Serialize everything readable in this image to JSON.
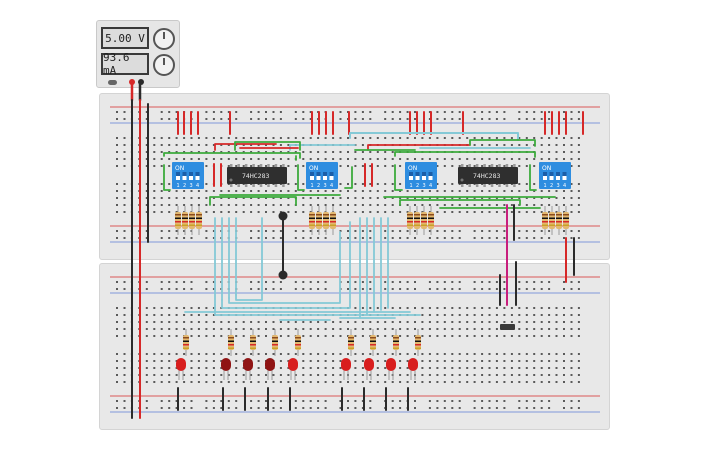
{
  "power_supply": {
    "voltage_reading": "5.00 V",
    "current_reading": "93.6 mA"
  },
  "chips": {
    "left_label": "74HC283",
    "right_label": "74HC283"
  },
  "dip_switch_label": "ON",
  "dip_switch_numbers": [
    "1",
    "2",
    "3",
    "4"
  ],
  "colors": {
    "board": "#e8e8e8",
    "rail_red": "#d62828",
    "rail_blue": "#5d7fd6",
    "wire_red": "#d62828",
    "wire_green": "#3cab3c",
    "wire_light_blue": "#84c9d6",
    "wire_black": "#2b2b2b",
    "wire_magenta": "#c81e7d",
    "dip_switch": "#2e8de0",
    "led_red": "#d81e1e",
    "led_dark_red": "#8f1414"
  },
  "led_states": [
    "off",
    "on",
    "on",
    "on",
    "off",
    "off",
    "off",
    "off",
    "off"
  ]
}
